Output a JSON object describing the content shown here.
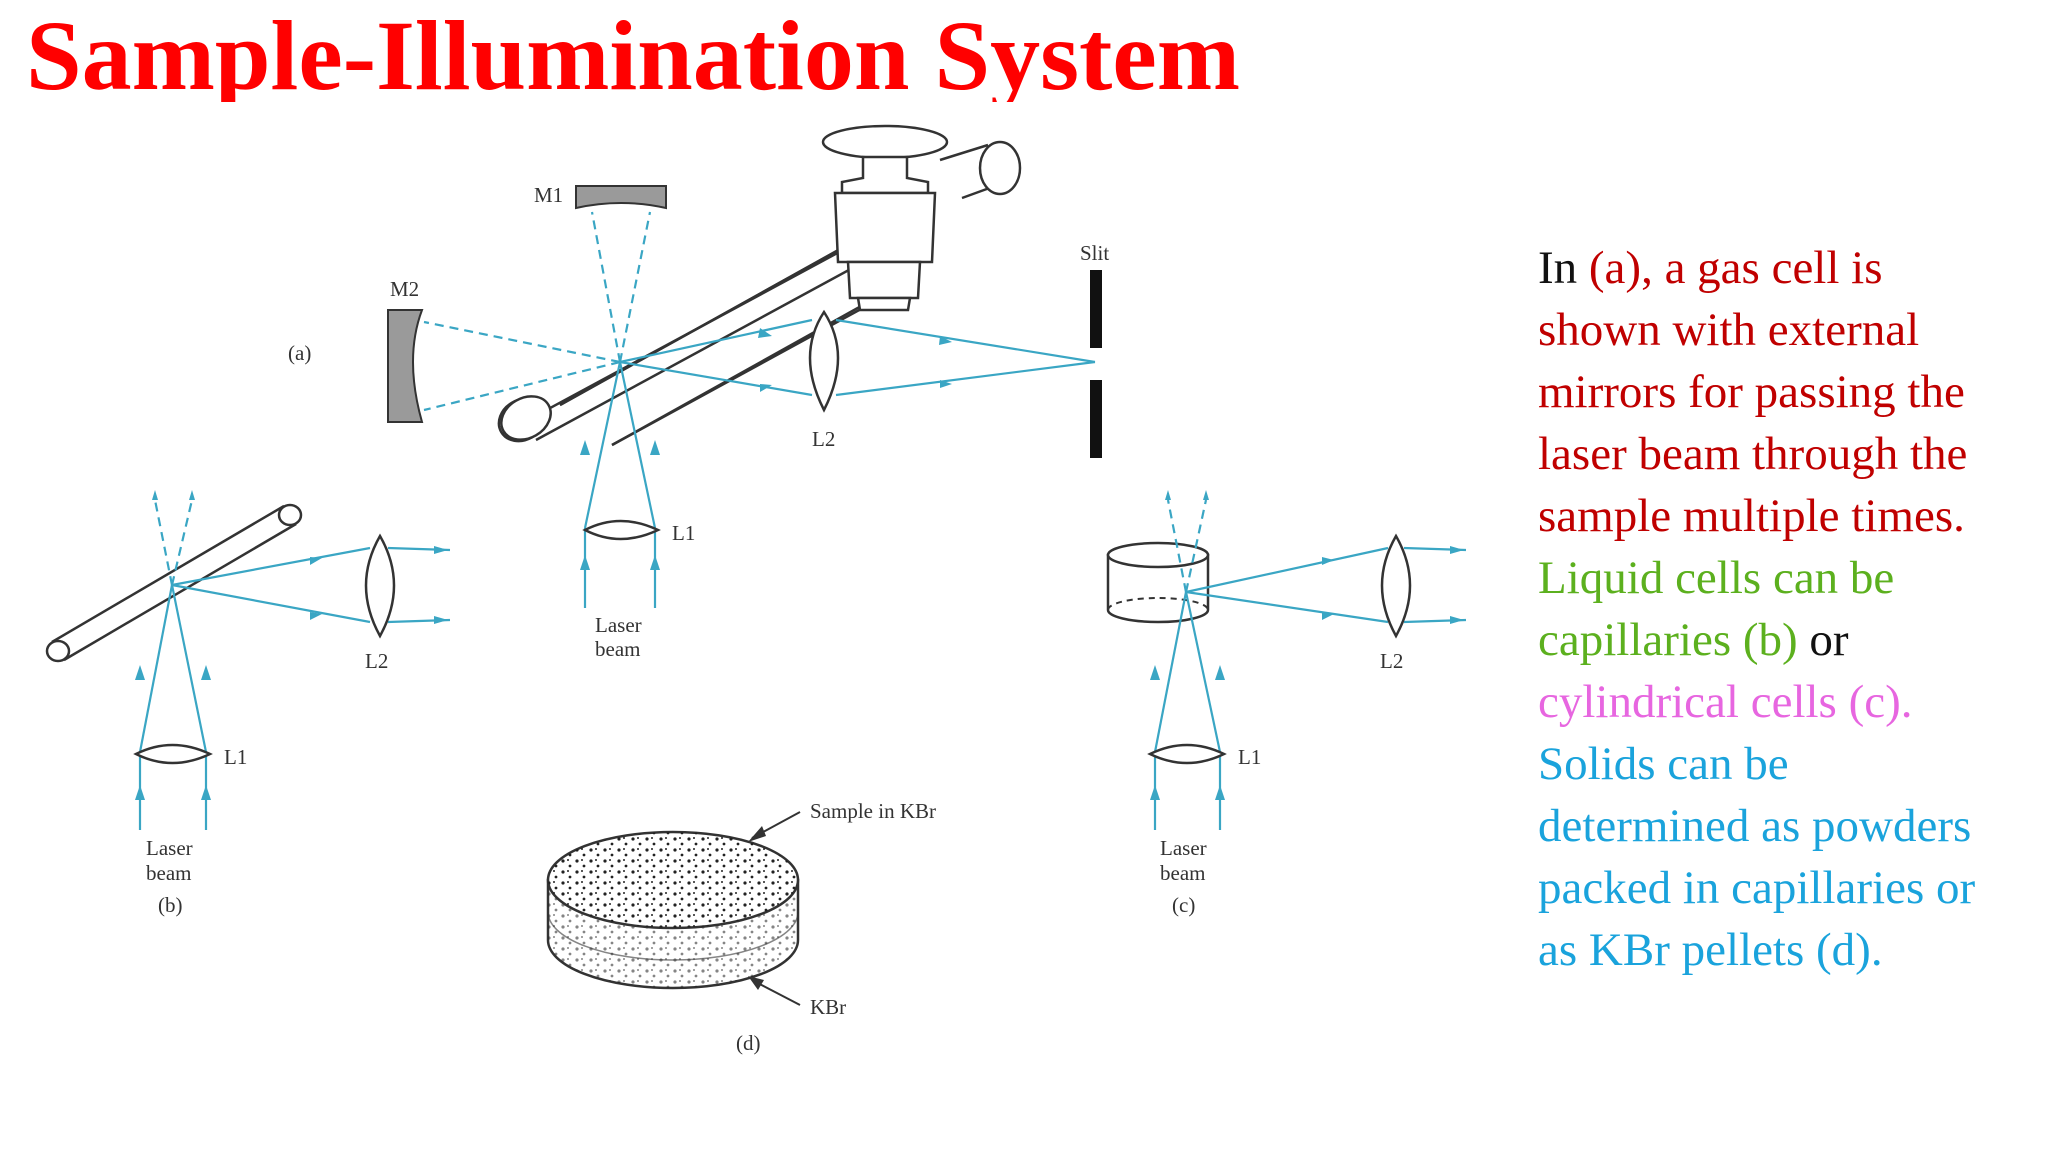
{
  "title": "Sample-Illumination System",
  "colors": {
    "title": "#ff0000",
    "black": "#111111",
    "dark_red": "#c00000",
    "green": "#5cb01e",
    "pink": "#e766e0",
    "cyan": "#1aa3dc",
    "beam": "#3aa6c4"
  },
  "diagram": {
    "a": {
      "caption": "(a)",
      "m1": "M1",
      "m2": "M2",
      "l1": "L1",
      "l2": "L2",
      "slit": "Slit",
      "laser_1": "Laser",
      "laser_2": "beam"
    },
    "b": {
      "caption": "(b)",
      "l1": "L1",
      "l2": "L2",
      "laser_1": "Laser",
      "laser_2": "beam"
    },
    "c": {
      "caption": "(c)",
      "l1": "L1",
      "l2": "L2",
      "laser_1": "Laser",
      "laser_2": "beam"
    },
    "d": {
      "caption": "(d)",
      "sample": "Sample in KBr",
      "kbr": "KBr"
    }
  },
  "description": {
    "l1": {
      "a": "In ",
      "b": "(a), a gas cell is"
    },
    "l2": "shown with external",
    "l3": "mirrors for passing the",
    "l4": "laser beam through the",
    "l5": "sample multiple times.",
    "l6": "Liquid cells can be",
    "l7": {
      "a": "capillaries (b)",
      "b": " or"
    },
    "l8": "cylindrical cells (c).",
    "l9": "Solids can be",
    "l10": "determined as powders",
    "l11": "packed in capillaries or",
    "l12": "as KBr pellets (d)."
  }
}
